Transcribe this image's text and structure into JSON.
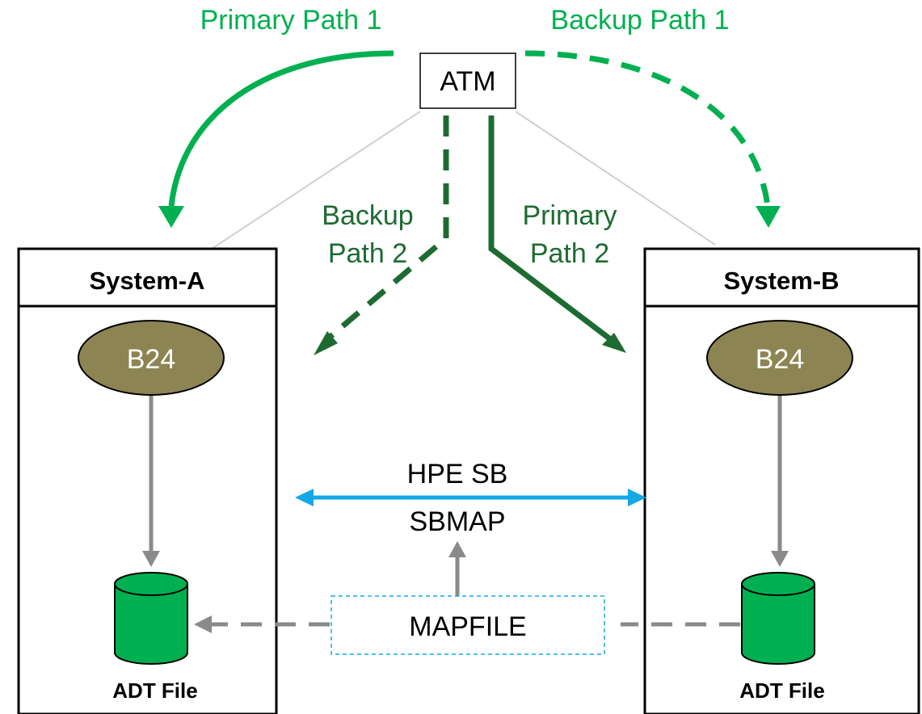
{
  "labels": {
    "atm": "ATM",
    "primary_path_1": "Primary Path 1",
    "backup_path_1": "Backup Path 1",
    "backup_path_2_line1": "Backup",
    "backup_path_2_line2": "Path 2",
    "primary_path_2_line1": "Primary",
    "primary_path_2_line2": "Path 2",
    "hpe_sb": "HPE SB",
    "sbmap": "SBMAP",
    "mapfile": "MAPFILE"
  },
  "system_a": {
    "title": "System-A",
    "node": "B24",
    "file": "ADT File"
  },
  "system_b": {
    "title": "System-B",
    "node": "B24",
    "file": "ADT File"
  },
  "colors": {
    "light_green": "#00B050",
    "dark_green": "#1E6B32",
    "olive": "#8C8553",
    "cyan": "#14A8E6",
    "gray": "#8A8A8A",
    "thin_gray": "#D0D0D0"
  }
}
